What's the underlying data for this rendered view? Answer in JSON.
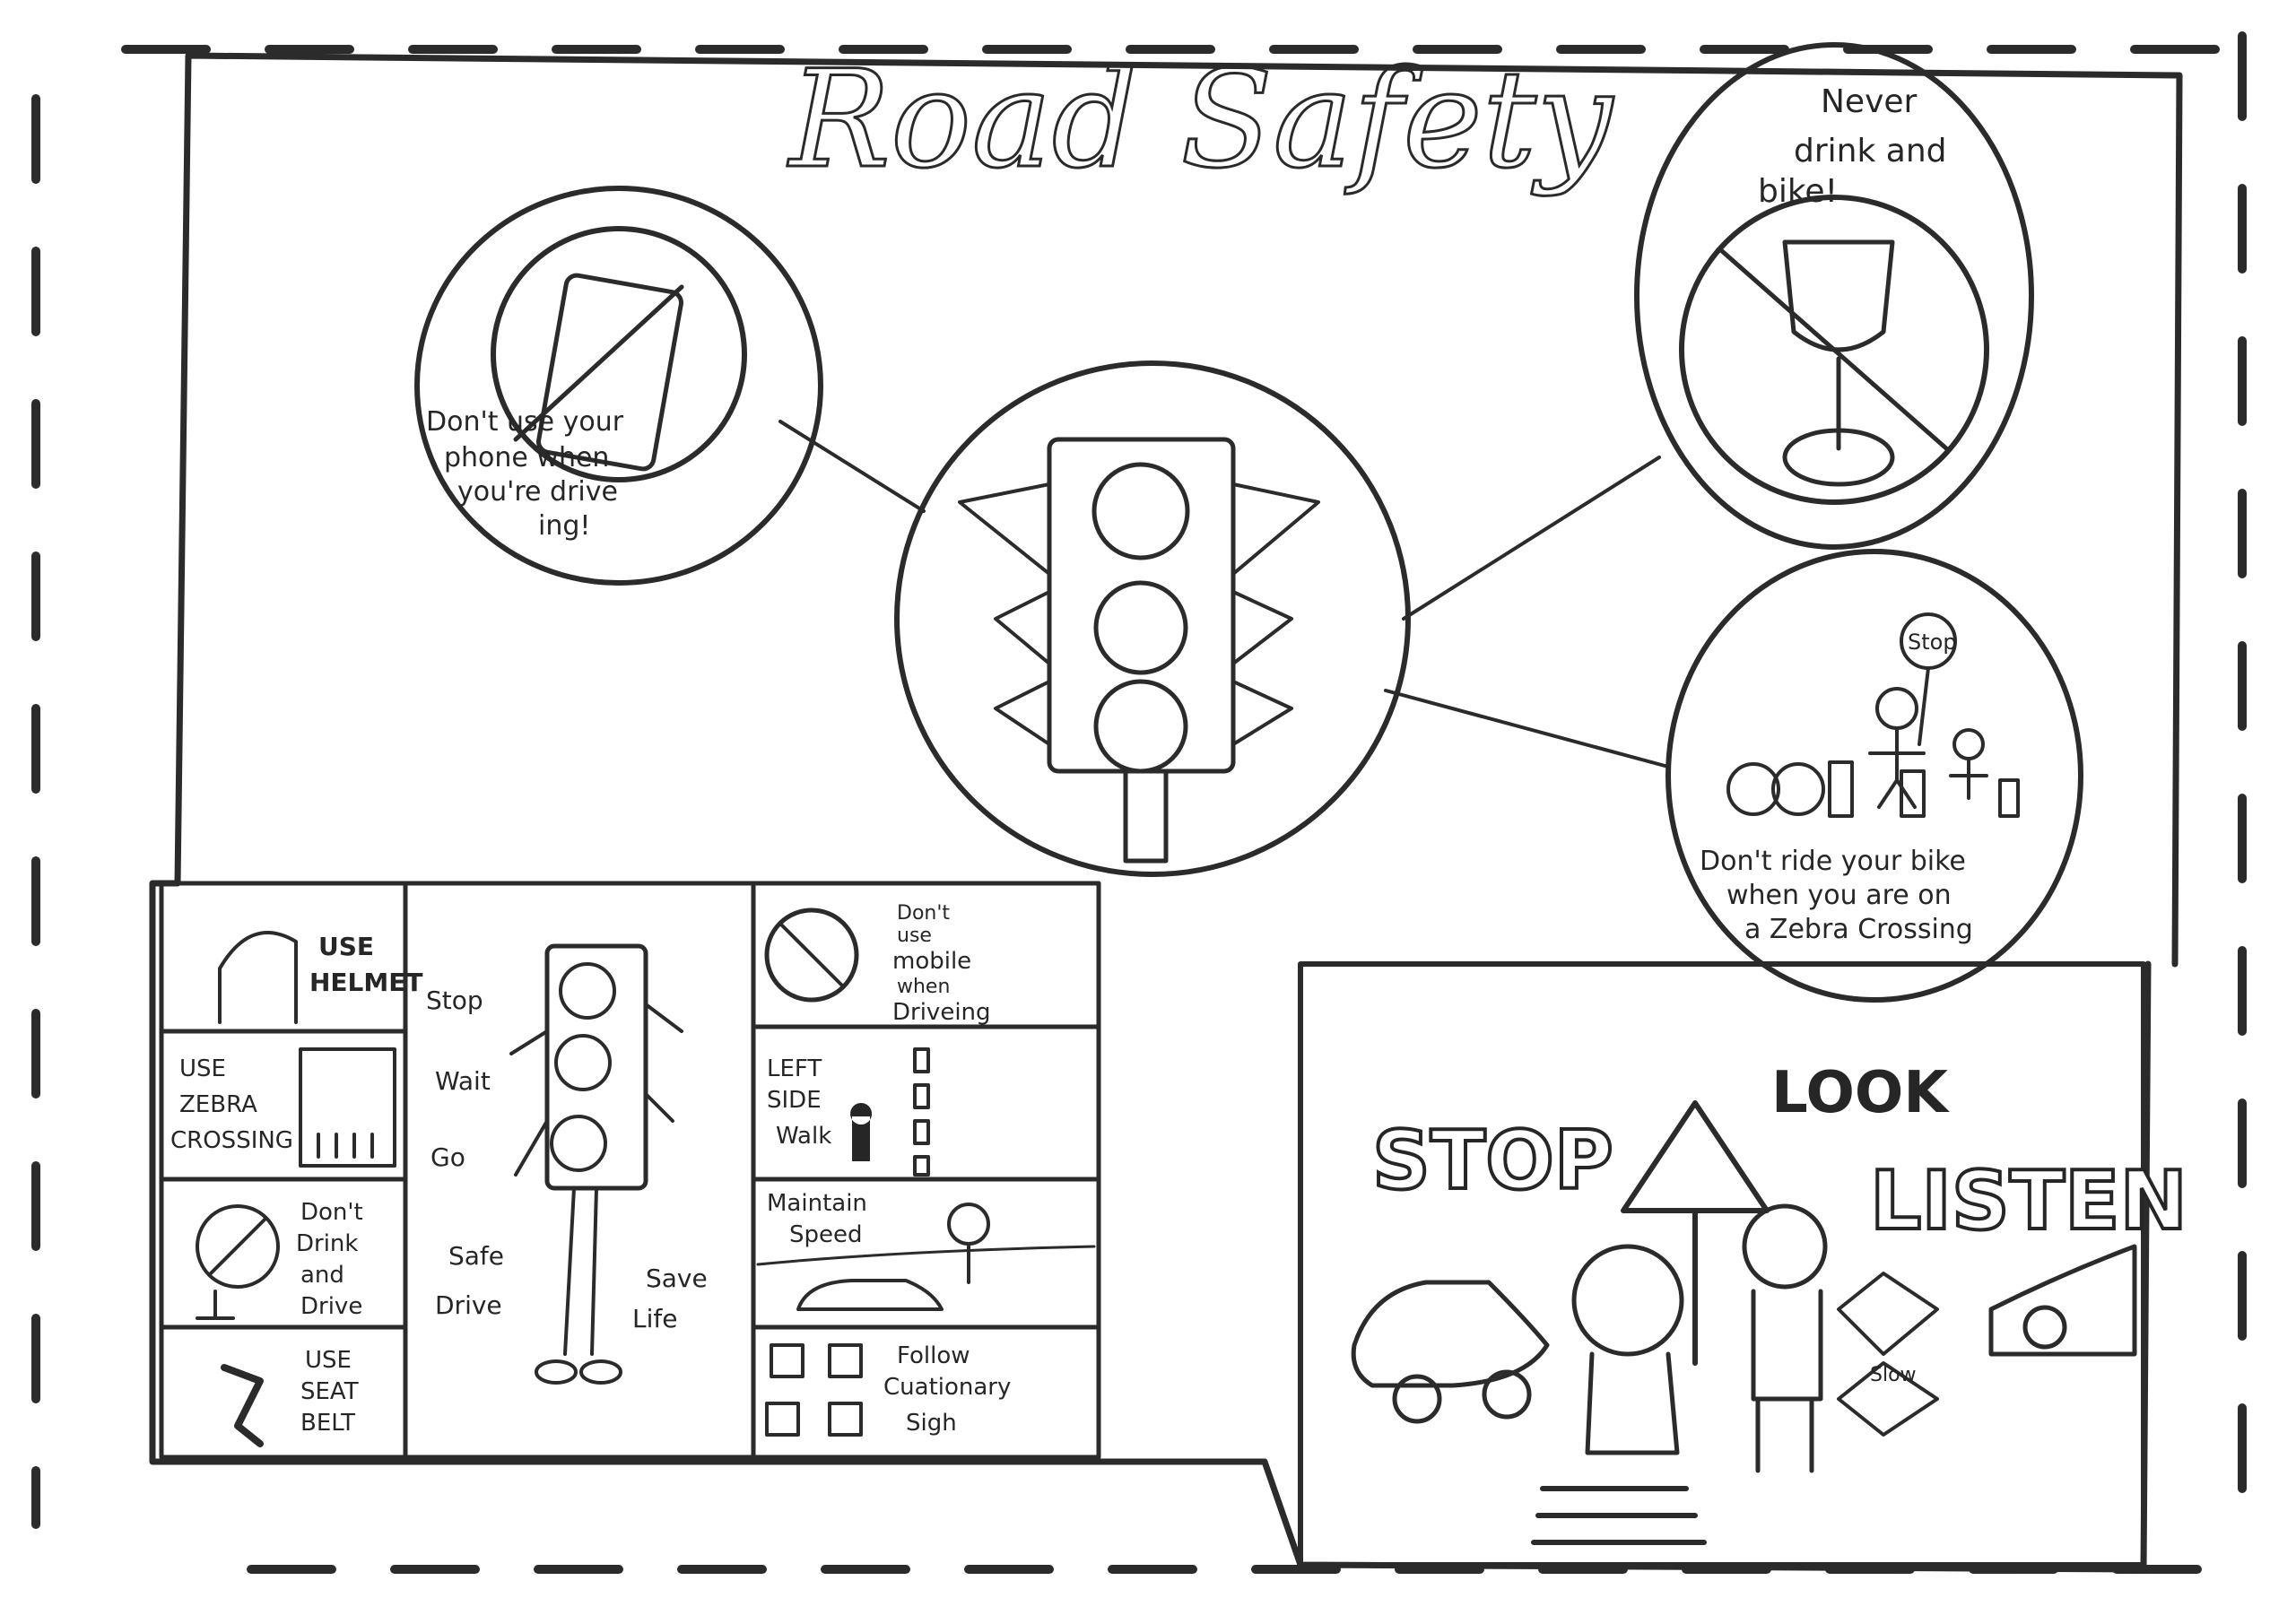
{
  "title": "Road Safety",
  "bubbles": {
    "phone": [
      "Don't use your",
      "phone when",
      "you're drive",
      "ing!"
    ],
    "drink": [
      "Never",
      "drink and",
      "bike!"
    ],
    "bike": [
      "Don't ride your bike",
      "when you are on",
      "a Zebra Crossing"
    ],
    "stop_sign": "Stop"
  },
  "panel_left": {
    "helmet": [
      "USE",
      "HELMET"
    ],
    "zebra": [
      "USE",
      "ZEBRA",
      "CROSSING"
    ],
    "drink": [
      "Don't",
      "Drink",
      "and",
      "Drive"
    ],
    "seatbelt": [
      "USE",
      "SEAT",
      "BELT"
    ]
  },
  "panel_middle": {
    "stop": "Stop",
    "wait": "Wait",
    "go": "Go",
    "safe_drive": [
      "Safe",
      "Drive"
    ],
    "save_life": [
      "Save",
      "Life"
    ]
  },
  "panel_right": {
    "mobile": [
      "Don't",
      "use",
      "mobile",
      "when",
      "Driveing"
    ],
    "left_side": [
      "LEFT",
      "SIDE",
      "Walk"
    ],
    "speed": [
      "Maintain",
      "Speed"
    ],
    "sign": [
      "Follow",
      "Cuationary",
      "Sigh"
    ]
  },
  "scene": {
    "stop": "STOP",
    "look": "LOOK",
    "listen": "LISTEN",
    "slow": "Slow"
  },
  "colors": {
    "ink": "#2b2b2b",
    "paper": "#ffffff"
  }
}
